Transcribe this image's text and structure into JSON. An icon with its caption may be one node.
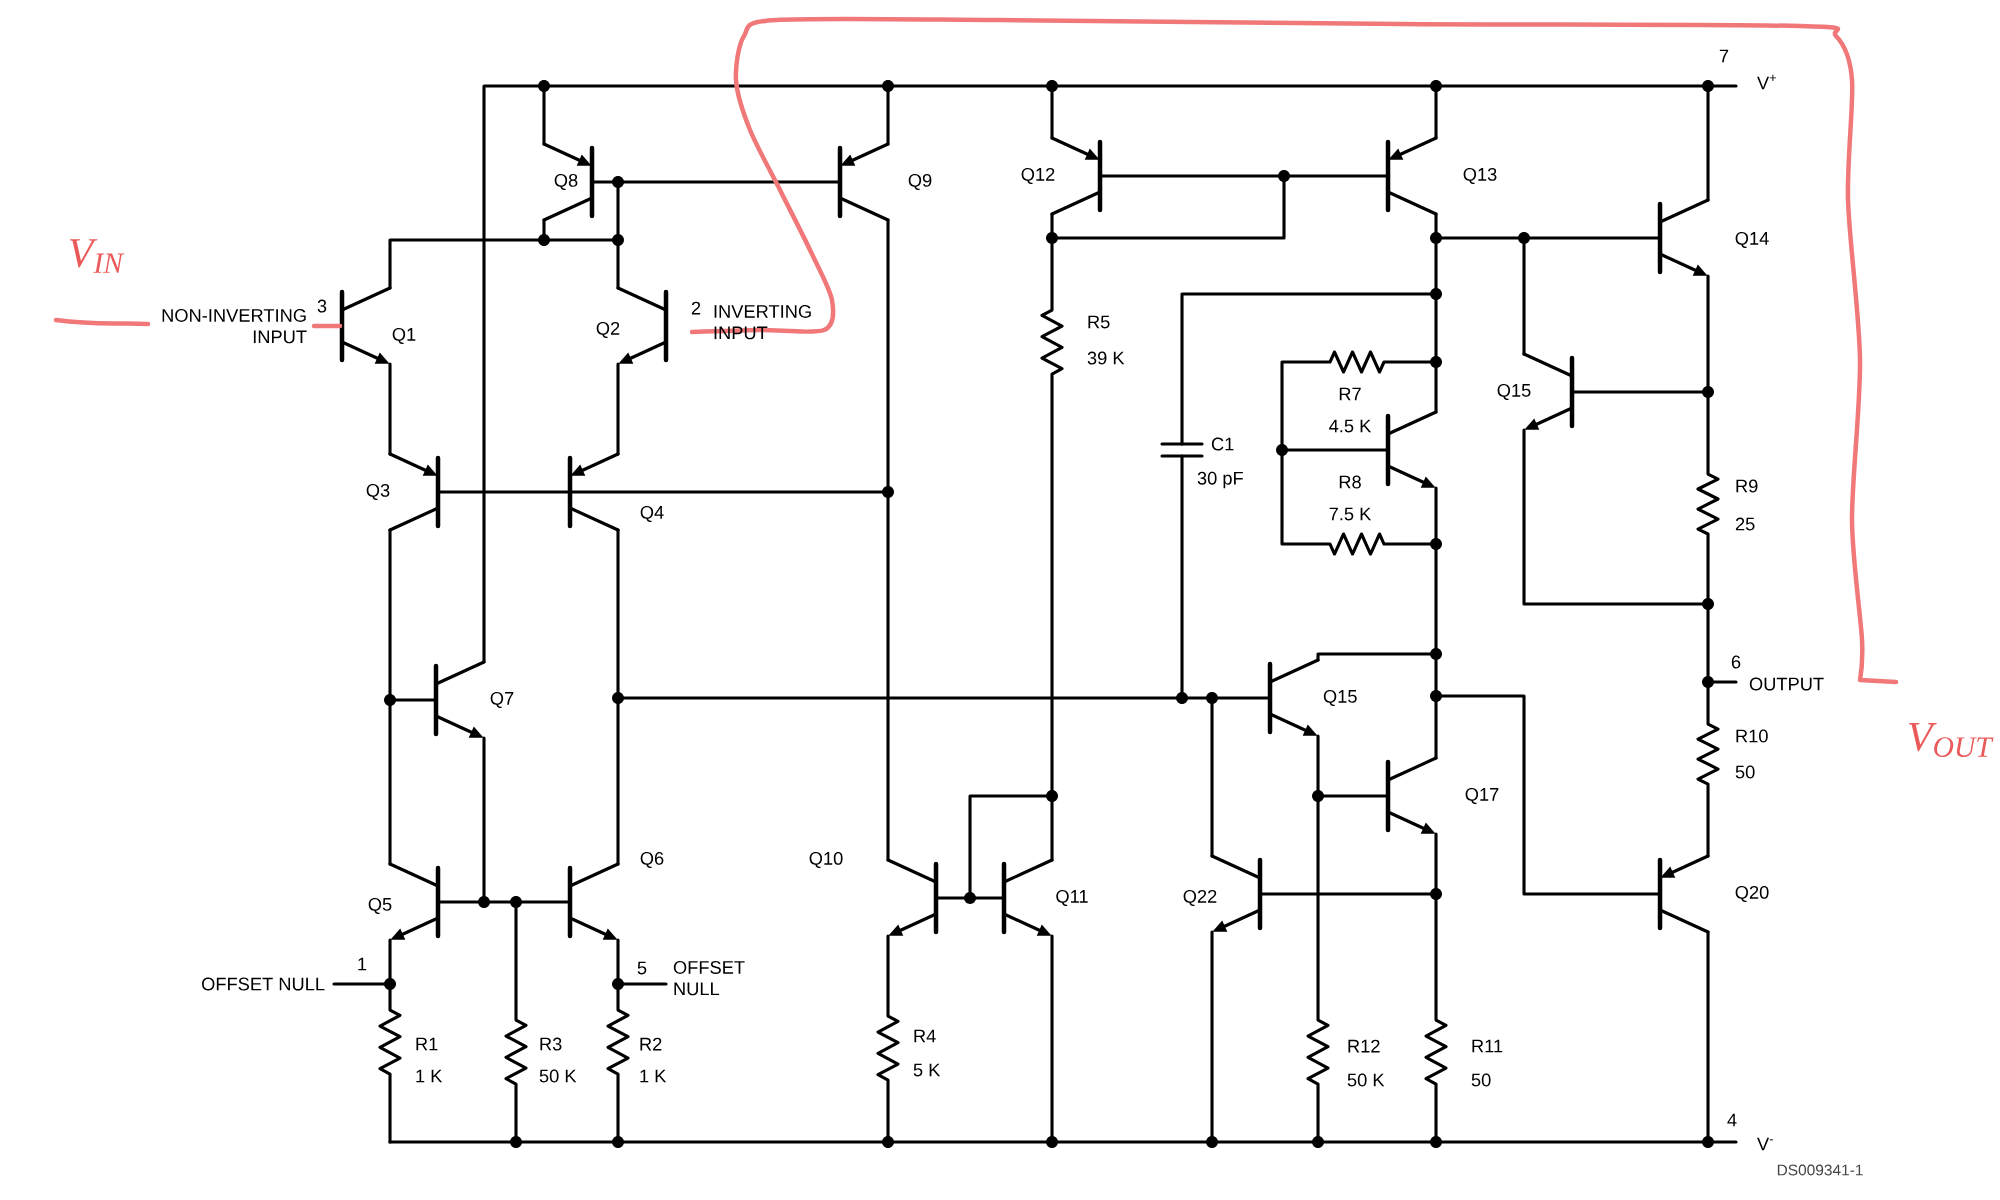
{
  "diagram": {
    "labels": [
      "7",
      "V$^{+}$",
      "Q8",
      "Q9",
      "Q12",
      "Q13",
      "V$_{IN}$",
      "Q14",
      "3",
      "NON-INVERTING INPUT",
      "Q1",
      "Q2",
      "2",
      "INVERTING INPUT",
      "R5",
      "39 K",
      "R7",
      "4.5 K",
      "Q15",
      "C1",
      "30 pF",
      "R8",
      "7.5 K",
      "Q3",
      "Q4",
      "R9",
      "25",
      "Q7",
      "6",
      "OUTPUT",
      "Q15",
      "V$_{OUT}$",
      "R10",
      "50",
      "Q17",
      "Q5",
      "Q6",
      "Q10",
      "Q11",
      "Q22",
      "Q20",
      "1",
      "OFFSET NULL",
      "5",
      "OFFSET NULL",
      "R1",
      "1 K",
      "R3",
      "50 K",
      "R2",
      "1 K",
      "R4",
      "5 K",
      "R12",
      "50 K",
      "R11",
      "50",
      "4",
      "V$^{-}$",
      "DS009341-1"
    ]
  }
}
